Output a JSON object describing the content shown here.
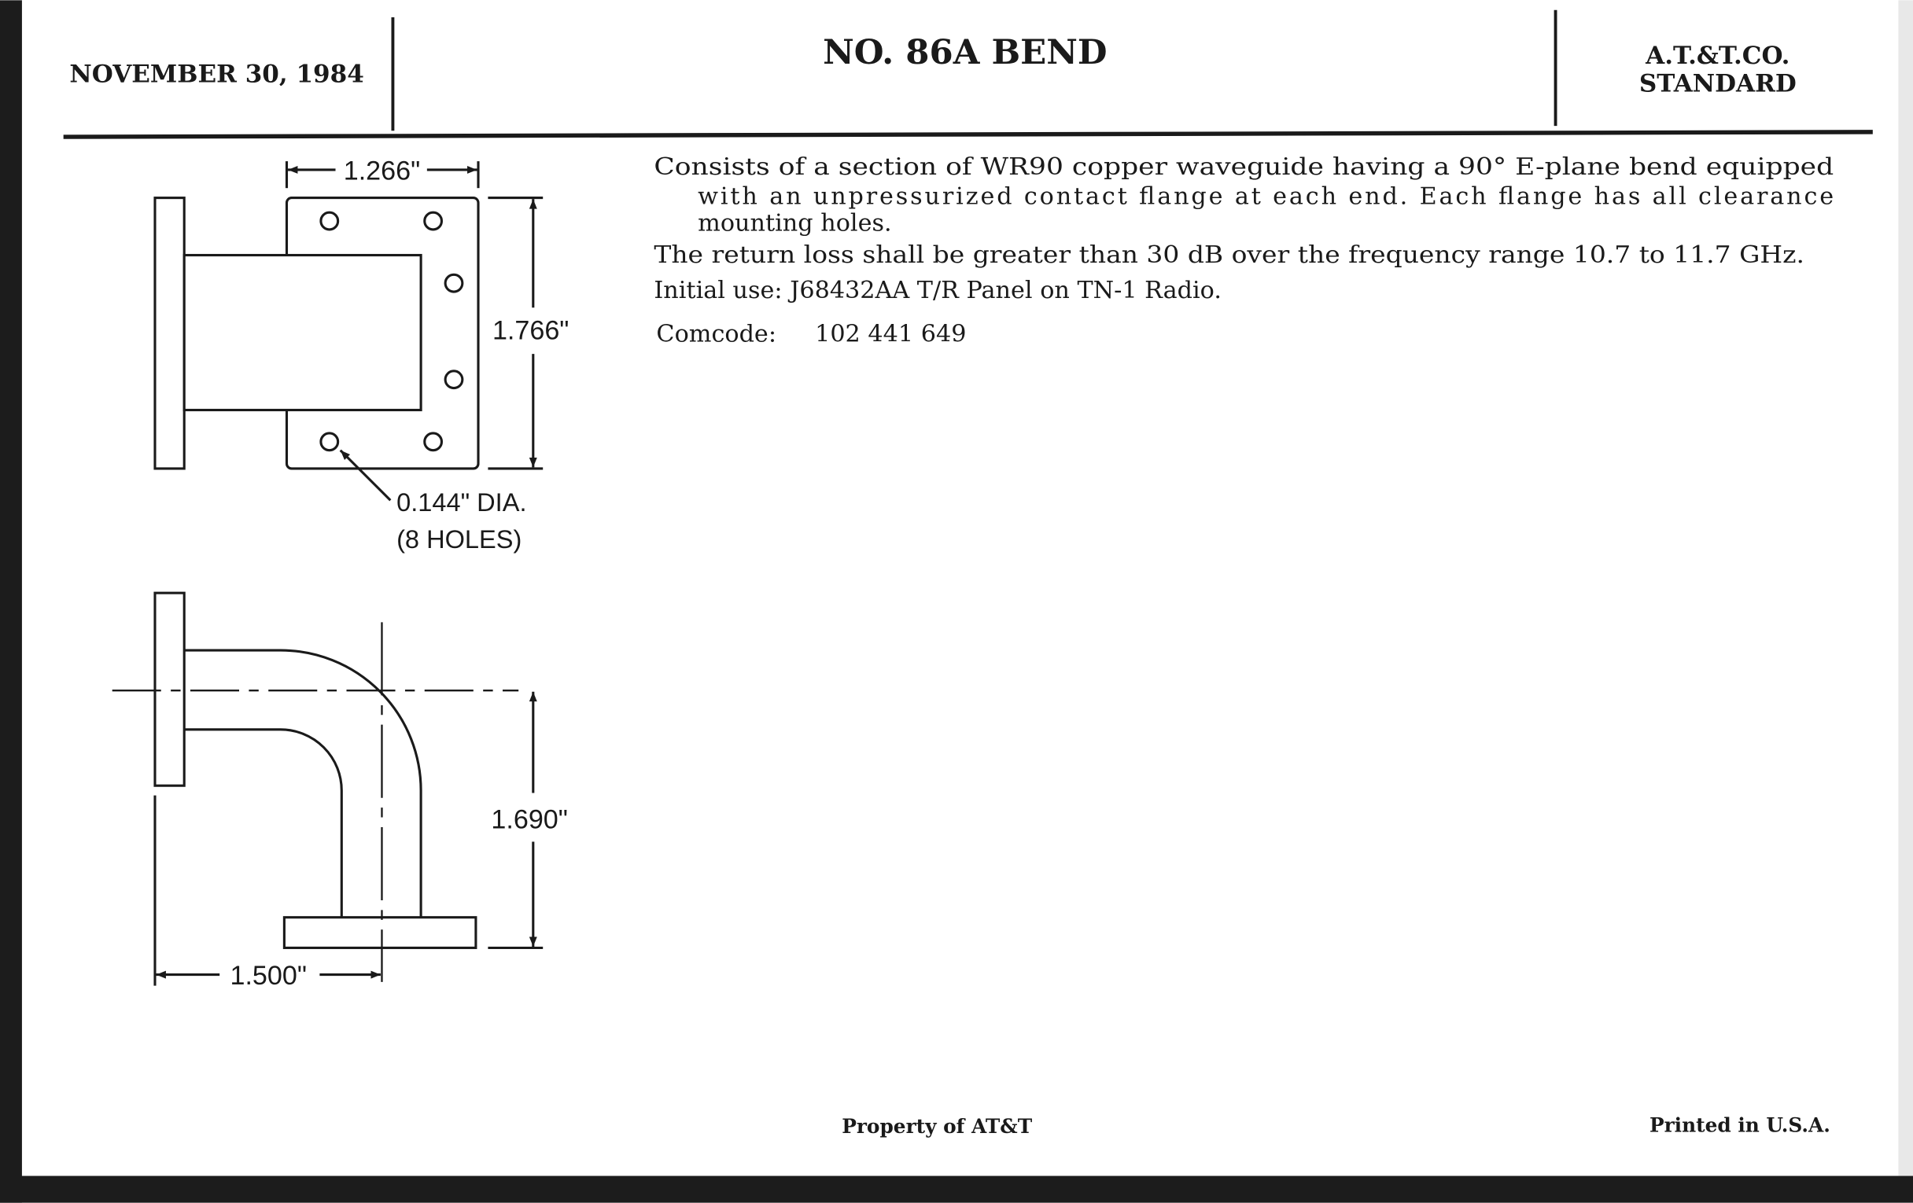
{
  "header": {
    "date": "NOVEMBER 30, 1984",
    "title": "NO. 86A BEND",
    "standard_line1": "A.T.&T.CO.",
    "standard_line2": "STANDARD"
  },
  "description": {
    "line1": "Consists of a section of WR90 copper waveguide having a 90° E-plane bend equipped",
    "line2": "with an unpressurized contact flange at each end. Each flange has all clearance",
    "line3": "mounting holes.",
    "return_loss": "The return loss shall be greater than 30 dB over the frequency range 10.7 to 11.7 GHz.",
    "initial_use": "Initial use: J68432AA T/R Panel on TN-1 Radio.",
    "comcode_label": "Comcode:",
    "comcode_value": "102 441 649"
  },
  "drawing": {
    "width_dim": "1.266\"",
    "height_dim": "1.766\"",
    "hole_note_line1": "0.144\" DIA.",
    "hole_note_line2": "(8 HOLES)",
    "bend_height_dim": "1.690\"",
    "bend_width_dim": "1.500\""
  },
  "footer": {
    "property": "Property of AT&T",
    "printed": "Printed in U.S.A."
  }
}
